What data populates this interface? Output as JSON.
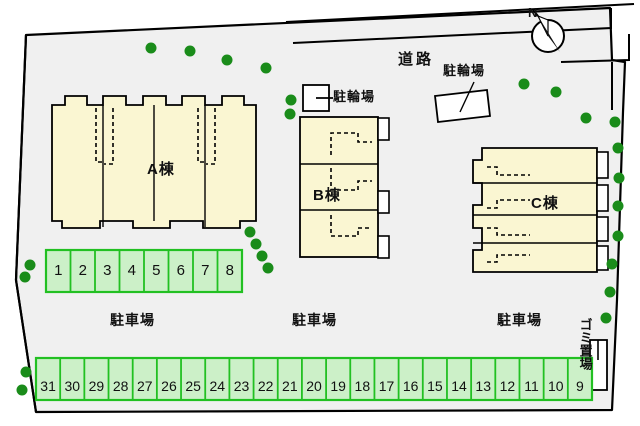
{
  "plan": {
    "title": "apartment-site-plan",
    "colors": {
      "site_fill": "#f0f0f0",
      "site_stroke": "#000000",
      "building_fill": "#faf6d2",
      "building_stroke": "#000000",
      "stall_fill": "#ccf0c8",
      "stall_stroke": "#22c022",
      "tree": "#1a8c1a",
      "text": "#111111",
      "white": "#ffffff"
    }
  },
  "buildings": [
    {
      "id": "a",
      "label": "A棟",
      "units": 4,
      "orientation": "vertical"
    },
    {
      "id": "b",
      "label": "B棟",
      "units": 3,
      "orientation": "horizontal"
    },
    {
      "id": "c",
      "label": "C棟",
      "units": 4,
      "orientation": "horizontal"
    }
  ],
  "labels": {
    "road": "道路",
    "bicycle_left": "駐輪場",
    "bicycle_right": "駐輪場",
    "garbage": "ゴミ置場",
    "compass_north": "N",
    "parking_left": "駐車場",
    "parking_center": "駐車場",
    "parking_right": "駐車場"
  },
  "parking": {
    "upper_row": {
      "label": "駐車場",
      "stalls": [
        "1",
        "2",
        "3",
        "4",
        "5",
        "6",
        "7",
        "8"
      ]
    },
    "lower_row": {
      "stalls": [
        "31",
        "30",
        "29",
        "28",
        "27",
        "26",
        "25",
        "24",
        "23",
        "22",
        "21",
        "20",
        "19",
        "18",
        "17",
        "16",
        "15",
        "14",
        "13",
        "12",
        "11",
        "10",
        "9"
      ]
    }
  },
  "trees": {
    "top_count": 6,
    "left_count": 2,
    "right_count": 6,
    "bottom_left_count": 2,
    "mid_count": 4
  }
}
